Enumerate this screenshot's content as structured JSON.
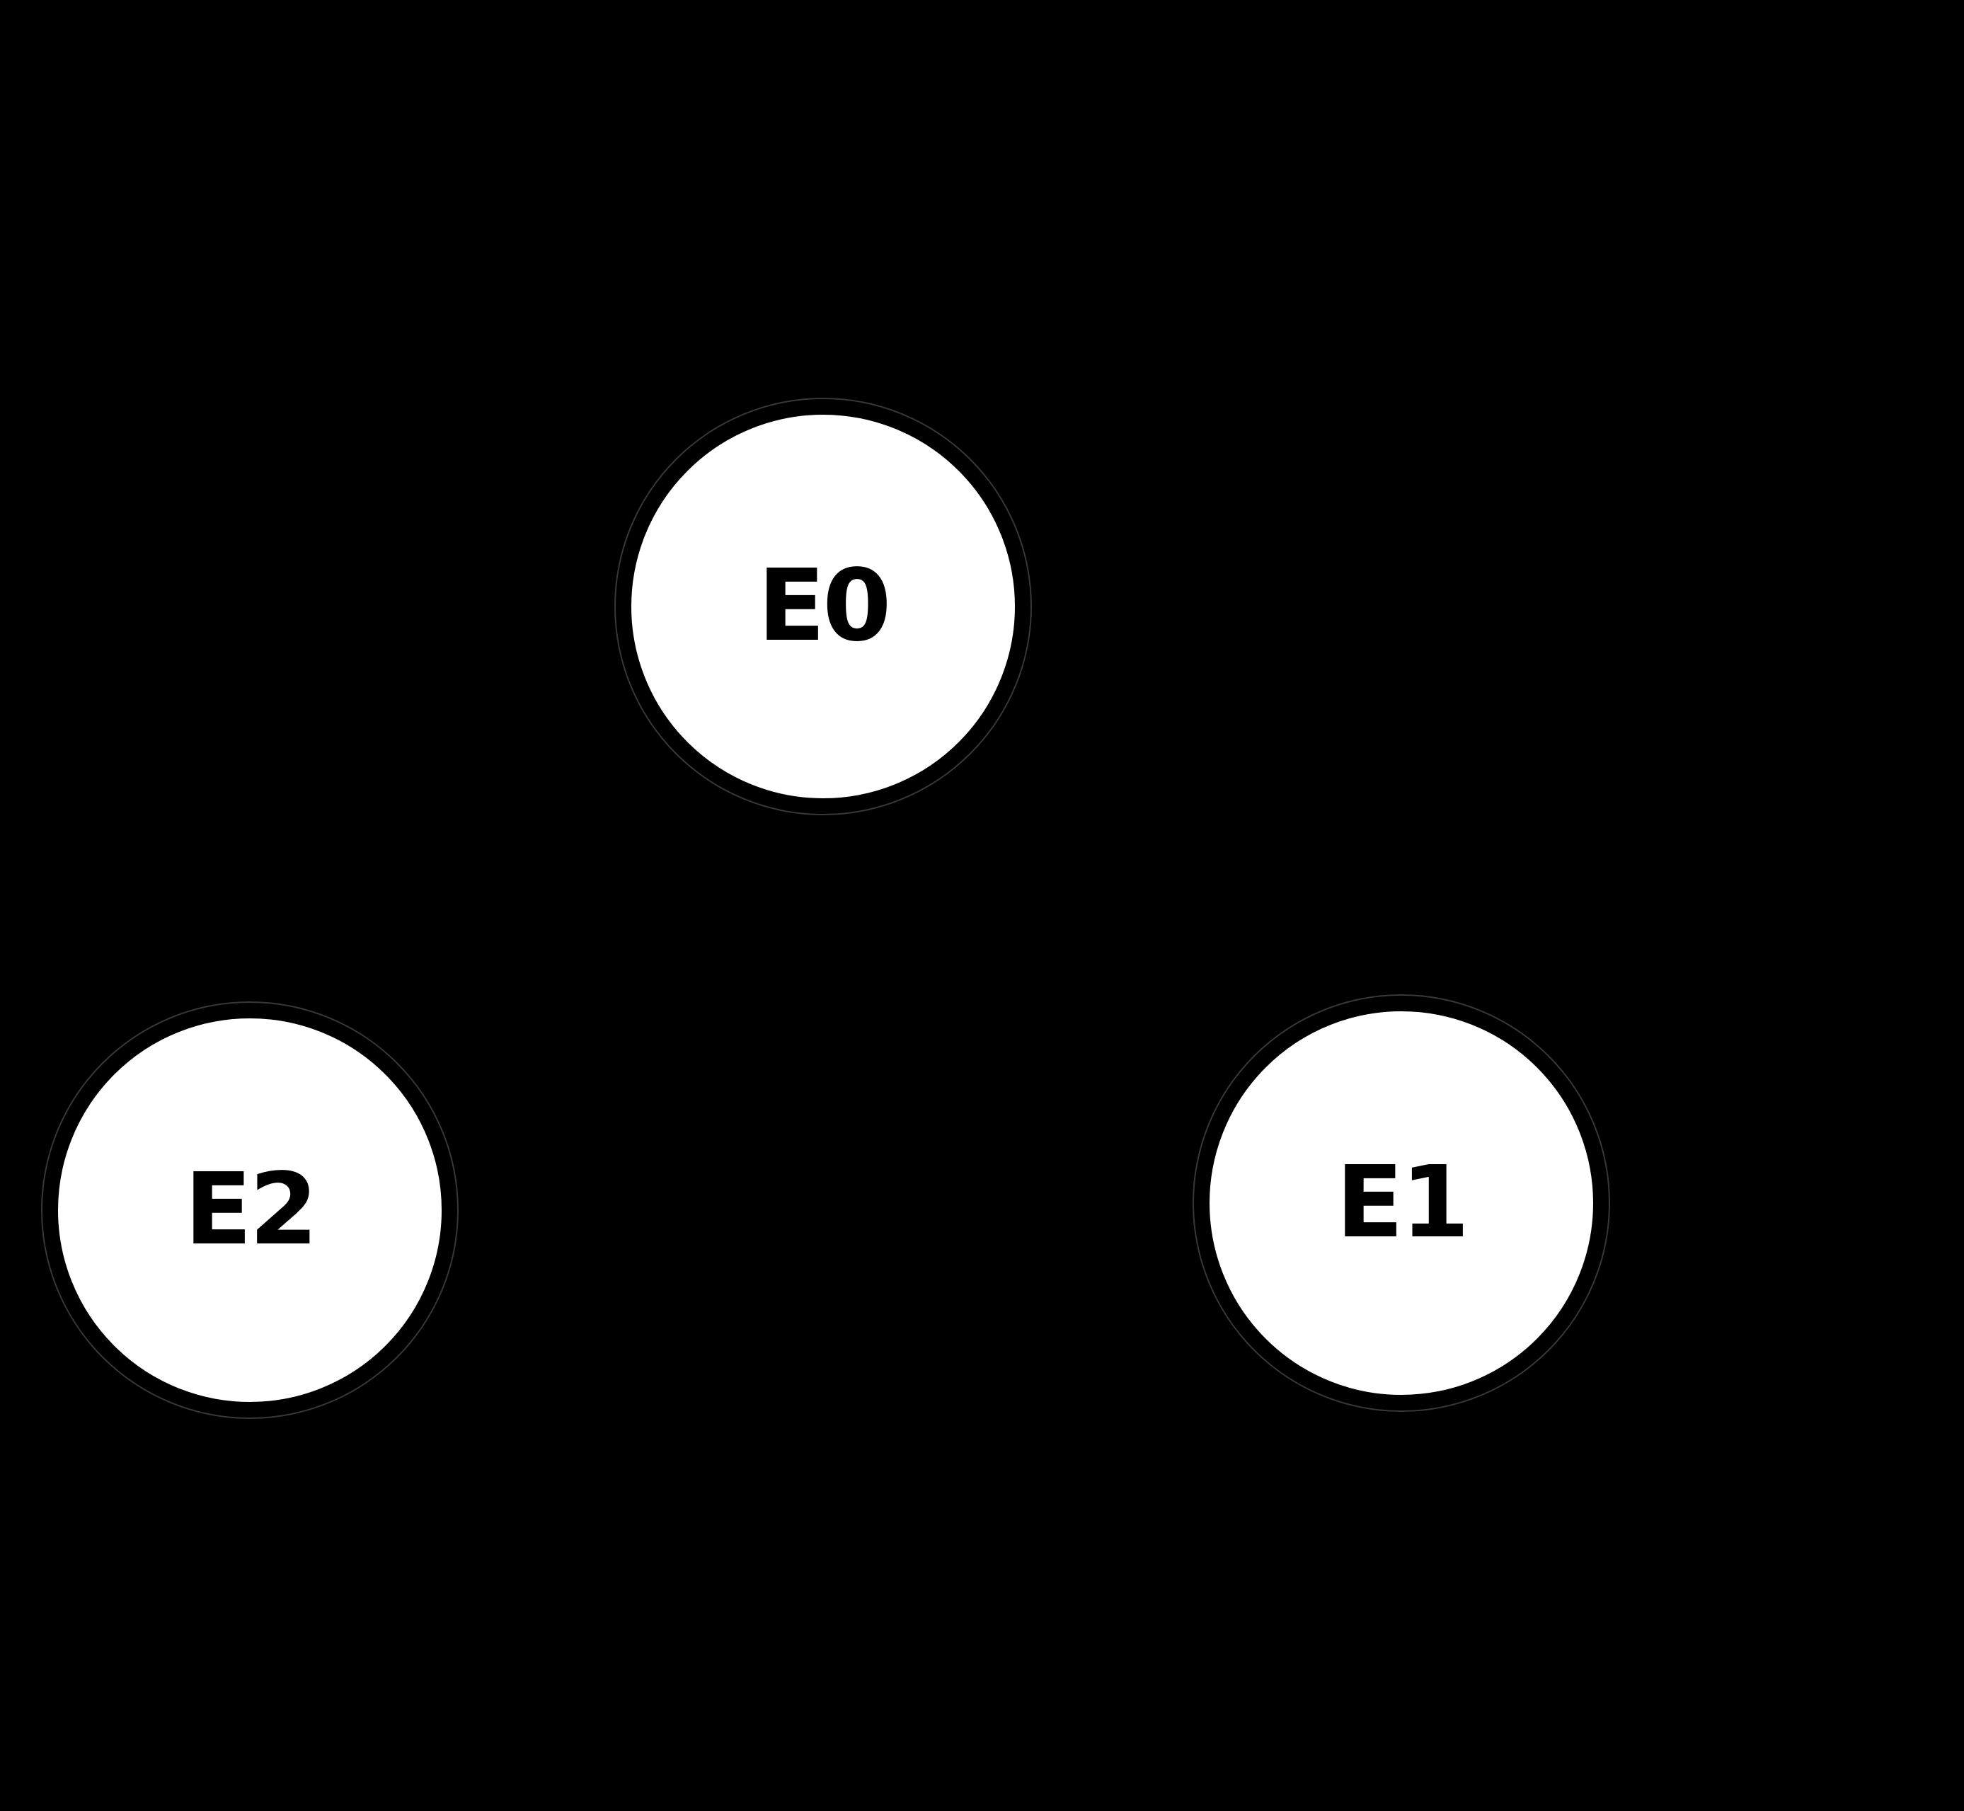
{
  "diagram": {
    "type": "node-graph",
    "background_color": "#000000",
    "node_fill_color": "#ffffff",
    "node_border_color": "#000000",
    "node_faint_ring_color": "rgba(255,255,255,0.22)",
    "label_color": "#000000",
    "nodes": [
      {
        "id": "E0",
        "label": "E0",
        "position": "top-center"
      },
      {
        "id": "E2",
        "label": "E2",
        "position": "bottom-left"
      },
      {
        "id": "E1",
        "label": "E1",
        "position": "bottom-right"
      }
    ],
    "edges": []
  }
}
